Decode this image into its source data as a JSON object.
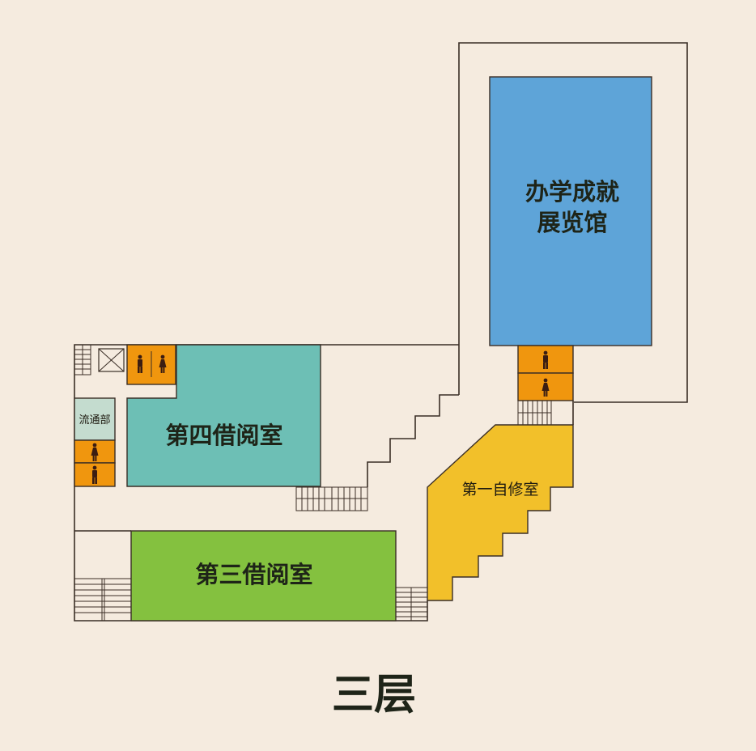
{
  "floor_title": "三层",
  "rooms": {
    "exhibition": {
      "line1": "办学成就",
      "line2": "展览馆",
      "color": "#5ea4d8"
    },
    "reading4": {
      "label": "第四借阅室",
      "color": "#6dbfb5"
    },
    "reading3": {
      "label": "第三借阅室",
      "color": "#84c13f"
    },
    "study1": {
      "label": "第一自修室",
      "color": "#f2c02a"
    },
    "circulation": {
      "label": "流通部",
      "color": "#c4dccf"
    }
  },
  "colors": {
    "background": "#f5ebdf",
    "restroom": "#f0960e",
    "wall": "#3a2e26"
  },
  "icons": [
    "male-restroom-icon",
    "female-restroom-icon",
    "elevator-icon",
    "stairs-icon"
  ]
}
